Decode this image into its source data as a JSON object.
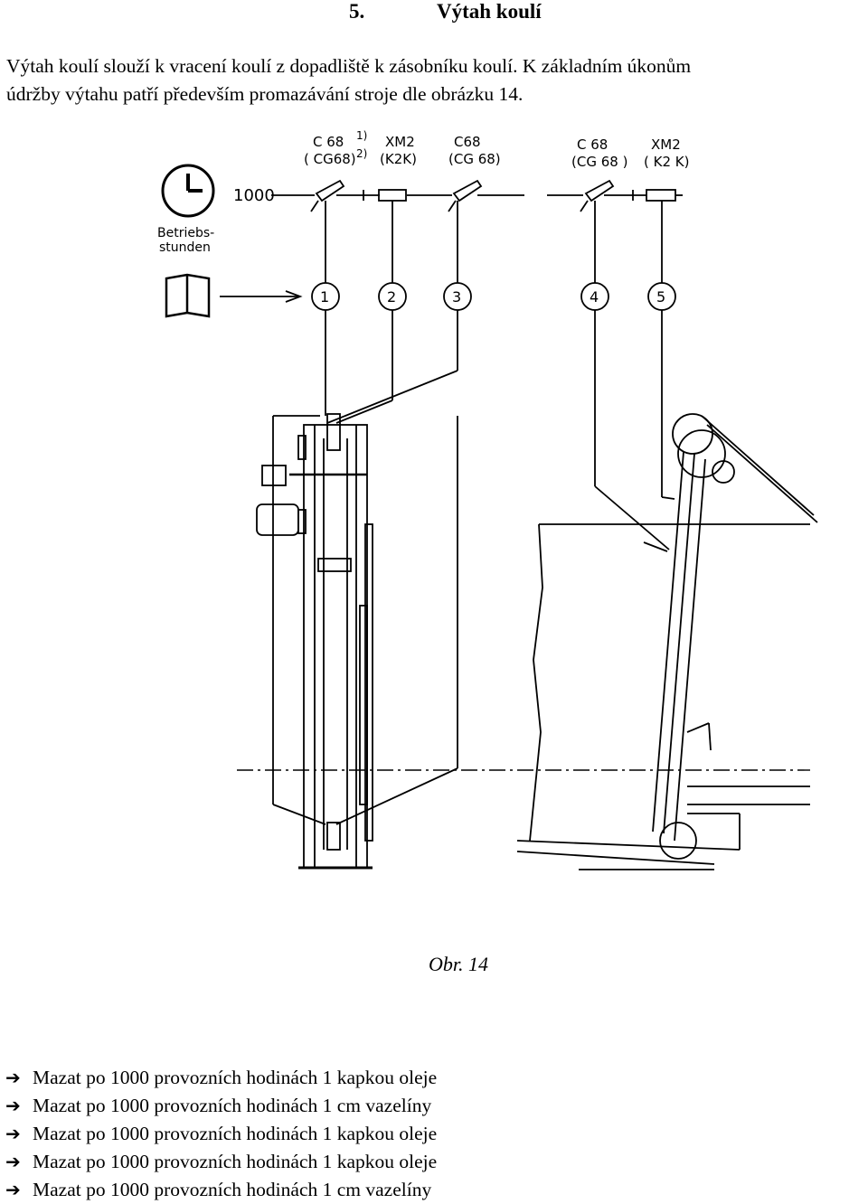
{
  "section": {
    "number": "5.",
    "title": "Výtah koulí"
  },
  "intro": {
    "line1": "Výtah koulí slouží k vracení koulí z dopadliště k zásobníku koulí. K základním úkonům",
    "line2": "údržby výtahu patří především promazávání stroje dle obrázku 14."
  },
  "figure": {
    "labels": {
      "c68_a": "C 68",
      "cg68_a": "( CG68)",
      "note1": "1)",
      "note2": "2)",
      "xm2_a": "XM2",
      "k2k_a": "(K2K)",
      "c68_b": "C68",
      "cg68_b": "(CG 68)",
      "c68_c": "C 68",
      "cg68_c": "(CG 68 )",
      "xm2_b": "XM2",
      "k2k_b": "( K2 K)",
      "hours": "1000",
      "betriebs1": "Betriebs-",
      "betriebs2": "stunden",
      "p1": "1",
      "p2": "2",
      "p3": "3",
      "p4": "4",
      "p5": "5"
    },
    "caption": "Obr. 14",
    "icons": {
      "clock": "clock-icon",
      "book": "manual-book-icon"
    }
  },
  "bullets": {
    "arrow": "➔",
    "items": [
      "Mazat po 1000 provozních hodinách 1 kapkou oleje",
      "Mazat po 1000 provozních hodinách 1 cm vazelíny",
      "Mazat po 1000 provozních hodinách 1 kapkou oleje",
      "Mazat po 1000 provozních hodinách 1 kapkou oleje",
      "Mazat po 1000 provozních hodinách 1 cm vazelíny"
    ]
  }
}
